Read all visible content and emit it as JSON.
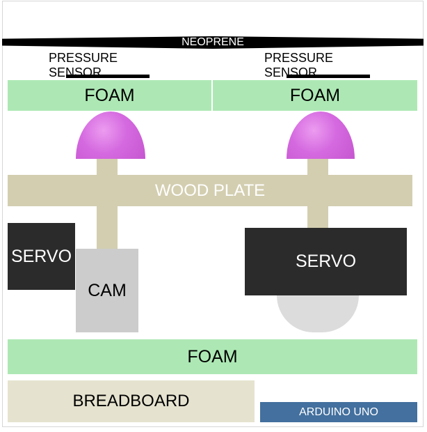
{
  "labels": {
    "neoprene": "NEOPRENE",
    "pressure_sensor_left": "PRESSURE SENSOR",
    "pressure_sensor_right": "PRESSURE SENSOR",
    "foam_top_left": "FOAM",
    "foam_top_right": "FOAM",
    "wood_plate": "WOOD PLATE",
    "servo_left": "SERVO",
    "cam": "CAM",
    "servo_right": "SERVO",
    "foam_bottom": "FOAM",
    "breadboard": "BREADBOARD",
    "arduino": "ARDUINO UNO"
  },
  "colors": {
    "foam": "#ade8b4",
    "wood": "#d3ceb0",
    "servo": "#2b2b2b",
    "cam": "#cccccc",
    "sensor_ball": "#d56ae0",
    "breadboard": "#e5e2cf",
    "arduino": "#43709e",
    "neoprene": "#000000"
  }
}
